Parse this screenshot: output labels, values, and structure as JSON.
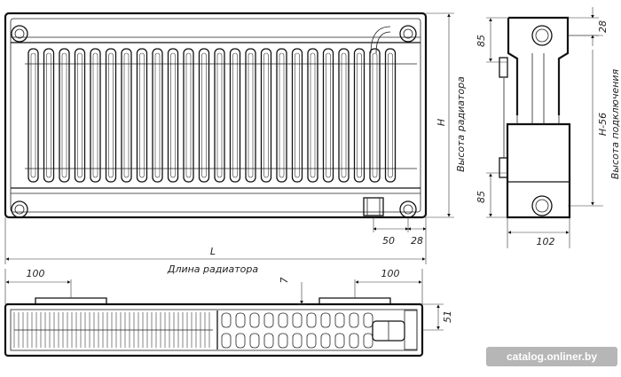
{
  "front_view": {
    "dim_height": "H",
    "label_height": "Высота радиатора",
    "dim_length": "L",
    "label_length": "Длина радиатора",
    "dim_offset_50": "50",
    "dim_offset_28": "28"
  },
  "side_view": {
    "dim_top_28": "28",
    "dim_top_85": "85",
    "dim_bottom_85": "85",
    "dim_connection": "H-56",
    "label_connection": "Высота подключения",
    "dim_depth": "102"
  },
  "top_view": {
    "dim_left_100": "100",
    "dim_right_100": "100",
    "dim_7": "7",
    "dim_51": "51"
  },
  "watermark": "catalog.onliner.by"
}
